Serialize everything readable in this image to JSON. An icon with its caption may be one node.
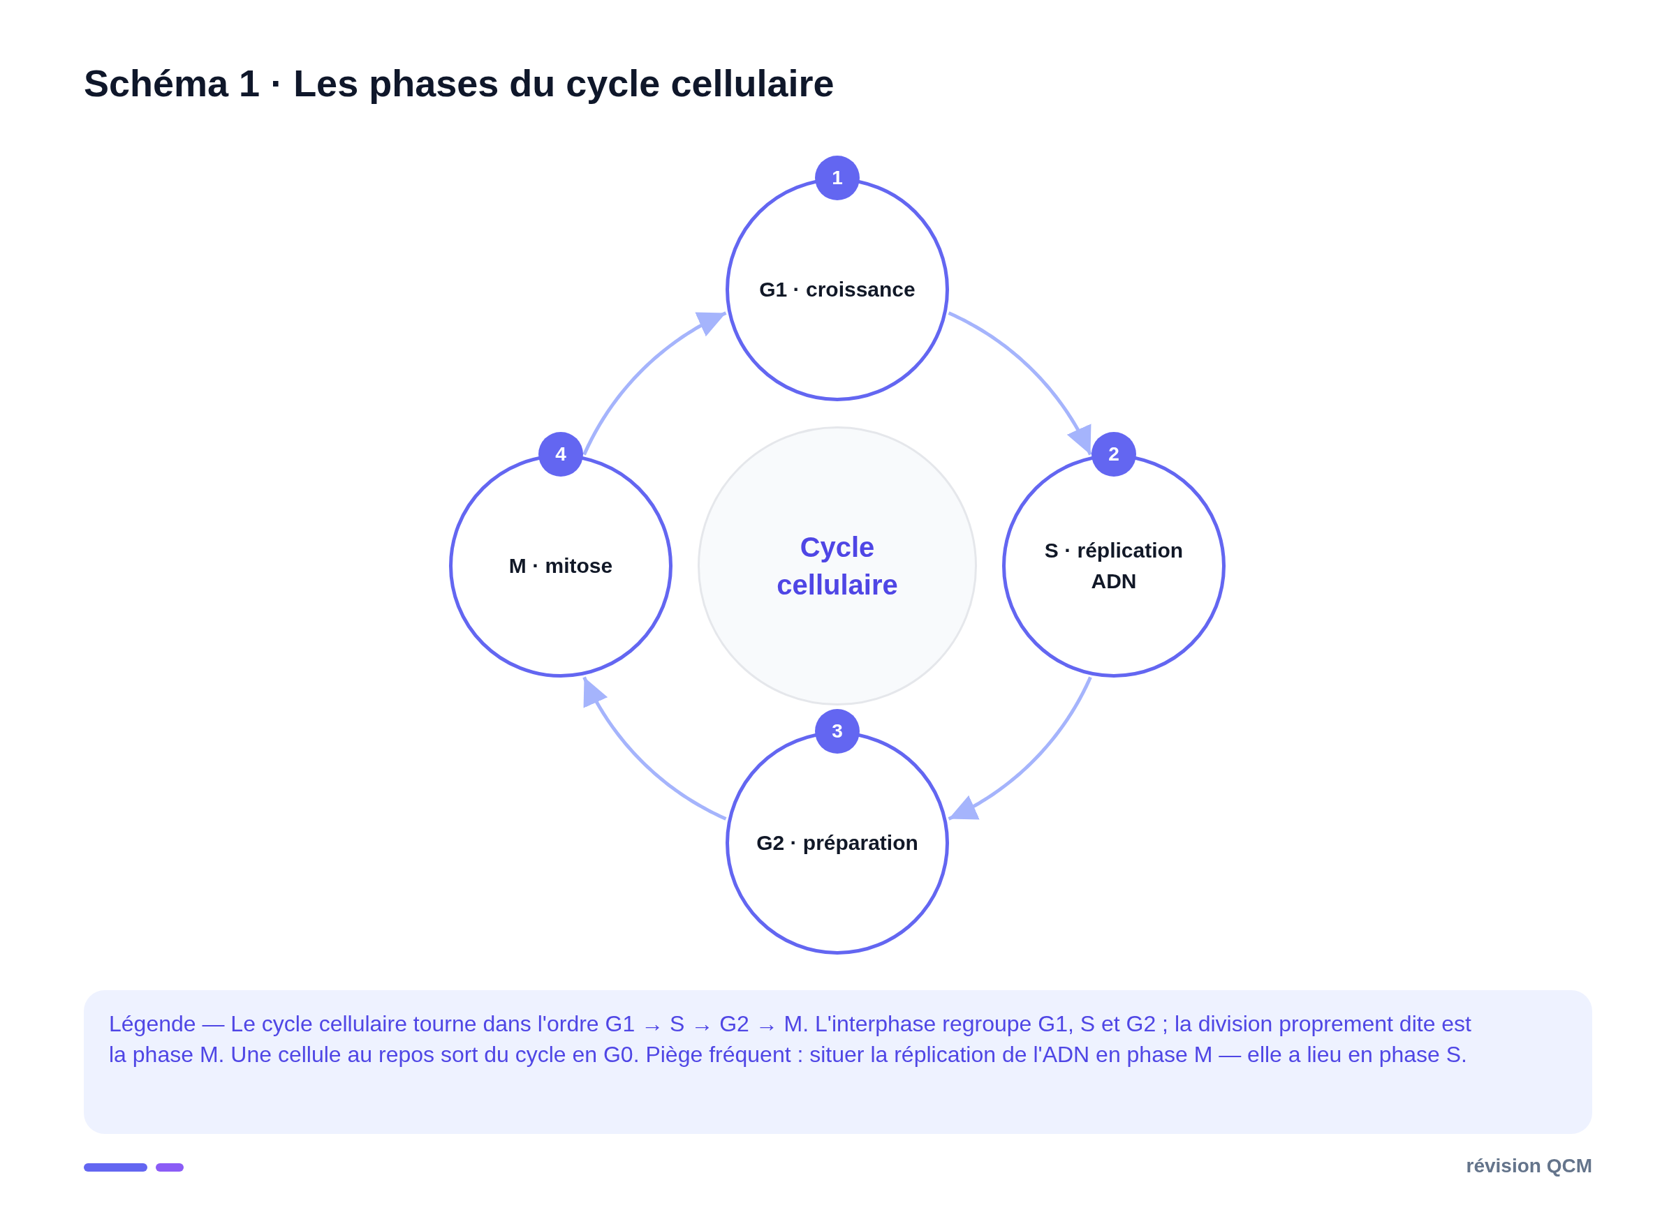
{
  "diagram": {
    "title": "Schéma 1 · Les phases du cycle cellulaire",
    "nodes": [
      {
        "text": [
          "G1 · croissance"
        ],
        "beside": [
          "1"
        ]
      },
      {
        "text": [
          "S · réplication ADN"
        ],
        "beside": [
          "2"
        ]
      },
      {
        "text": [
          "G2 · préparation"
        ],
        "beside": [
          "3"
        ]
      },
      {
        "text": [
          "M · mitose"
        ],
        "beside": [
          "4"
        ]
      },
      {
        "text": [
          "Cycle cellulaire"
        ]
      }
    ],
    "edges": [
      {
        "from": 0,
        "to": 1,
        "arrow": "to"
      },
      {
        "from": 1,
        "to": 2,
        "arrow": "to"
      },
      {
        "from": 2,
        "to": 3,
        "arrow": "to"
      },
      {
        "from": 3,
        "to": 0,
        "arrow": "to"
      }
    ],
    "labels": [
      "Légende — Le cycle cellulaire tourne dans l'ordre G1 → S → G2 → M. L'interphase regroupe G1, S et G2 ; la division proprement dite est la phase M. Une cellule au repos sort du cycle en G0. Piège fréquent : situer la réplication de l'ADN en phase M — elle a lieu en phase S.",
      "révision QCM"
    ]
  }
}
